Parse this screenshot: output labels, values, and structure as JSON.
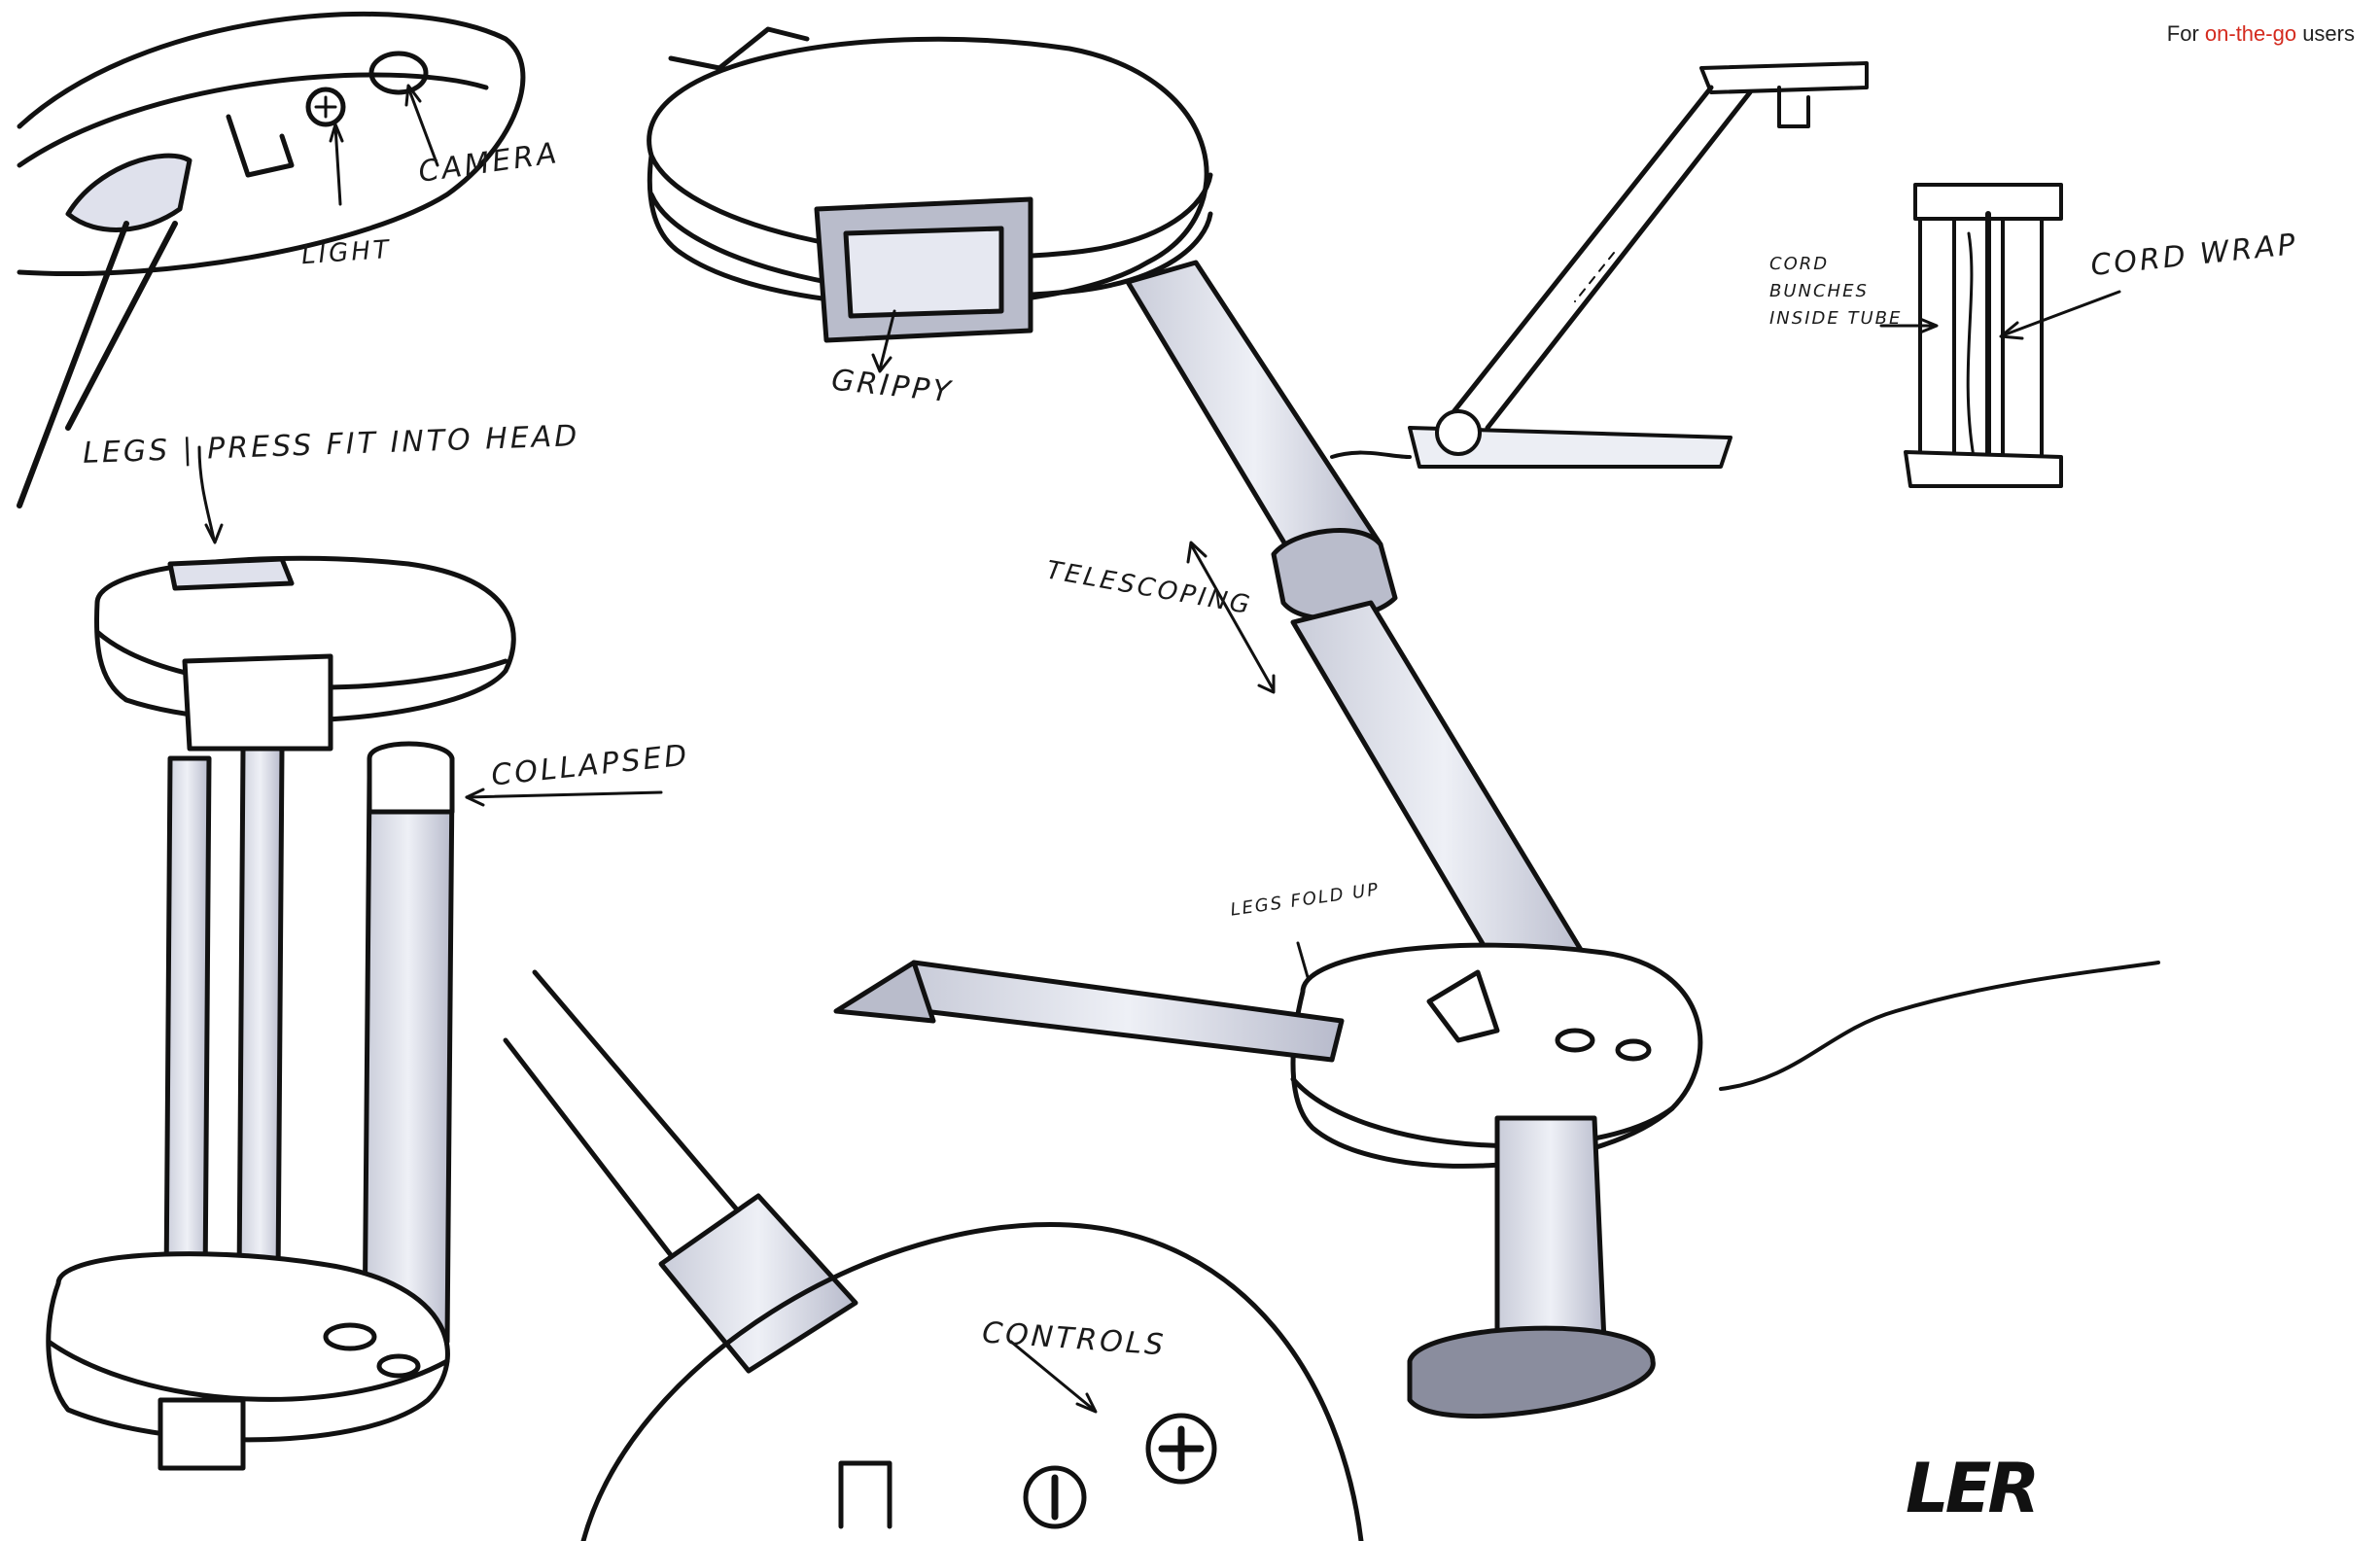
{
  "tagline": {
    "prefix": "For ",
    "accent": "on-the-go",
    "suffix": " users",
    "accent_color": "#d42a1e"
  },
  "annotations": {
    "camera": "CAMERA",
    "light": "LIGHT",
    "grippy": "GRIPPY",
    "legs_press_fit": "LEGS | PRESS FIT INTO HEAD",
    "collapsed": "COLLAPSED",
    "telescoping": "TELESCOPING",
    "cord_bunches": "CORD BUNCHES INSIDE TUBE",
    "cord_wrap": "CORD WRAP",
    "legs_fold_up": "LEGS FOLD UP",
    "controls": "CONTROLS"
  },
  "signature": "LER",
  "colors": {
    "ink": "#111111",
    "marker_gray": "#b9bccb",
    "marker_light": "#dfe1ec",
    "accent": "#d42a1e"
  }
}
